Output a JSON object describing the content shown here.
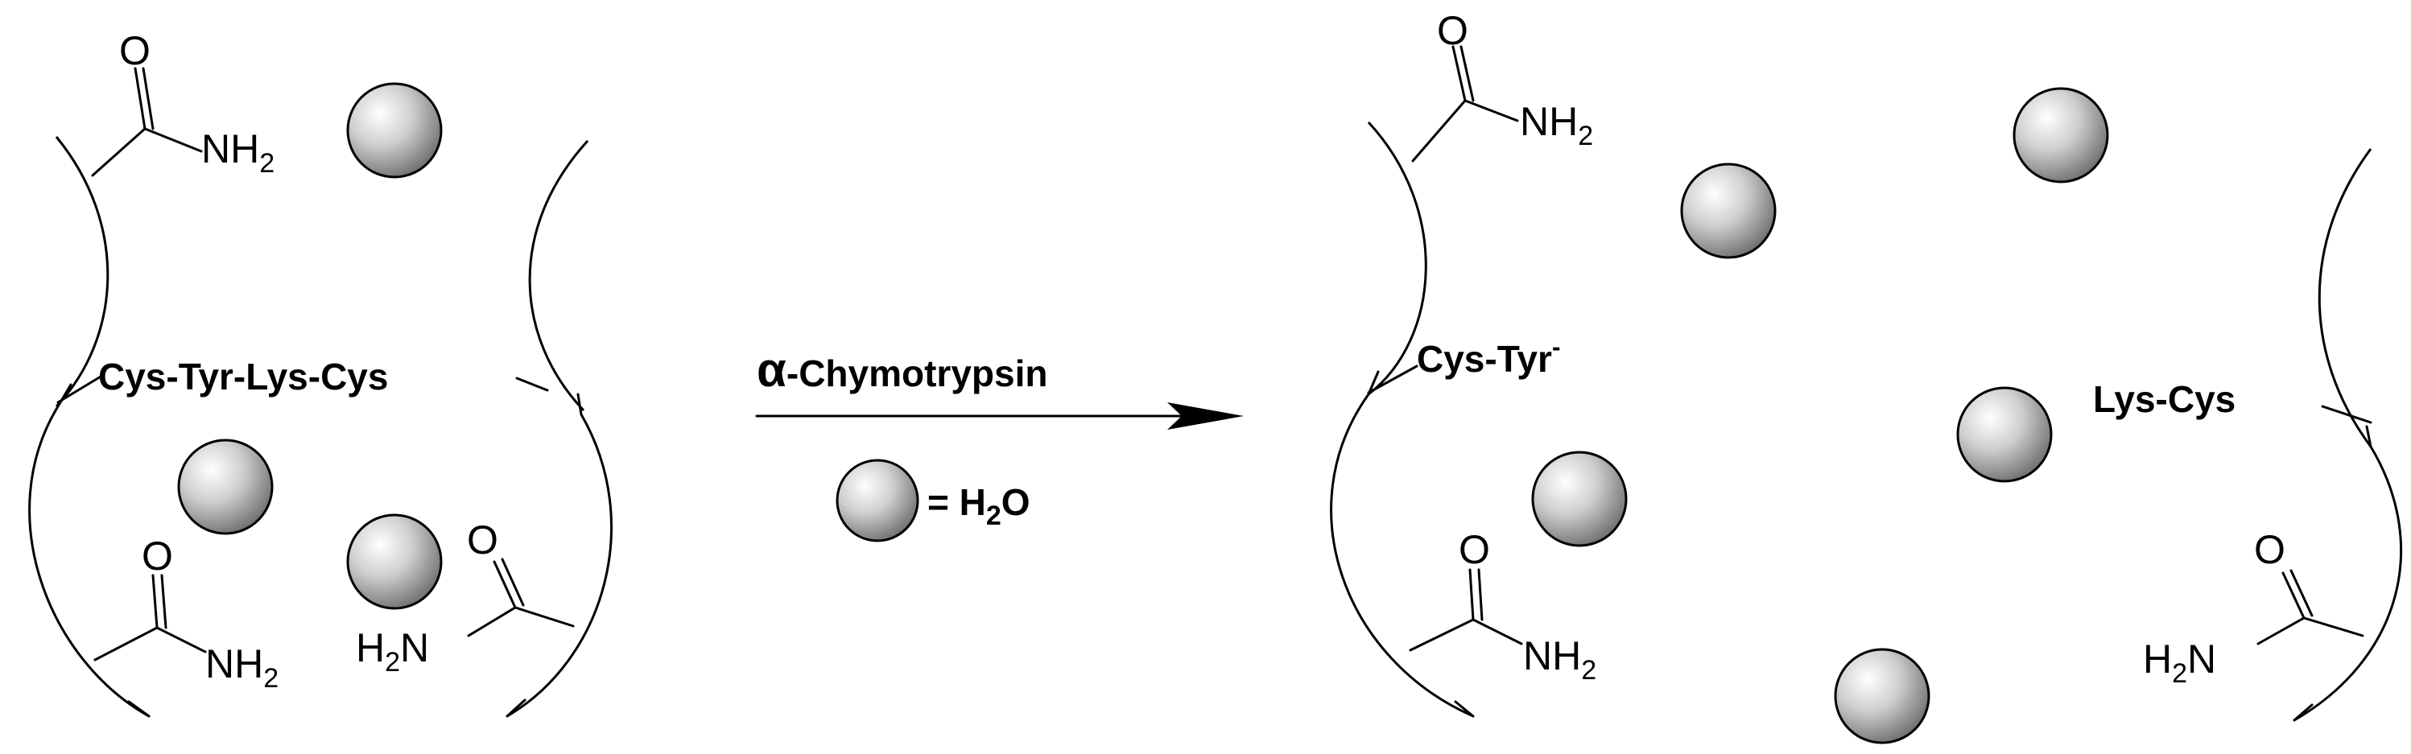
{
  "reactant": {
    "peptide": "Cys-Tyr-Lys-Cys",
    "amide_top": {
      "O": "O",
      "N": "NH",
      "sub": "2"
    },
    "amide_bottom_left": {
      "O": "O",
      "N": "NH",
      "sub": "2"
    },
    "amide_bottom_right": {
      "O": "O",
      "N": "H",
      "sub": "2",
      "N2": "N"
    }
  },
  "arrow": {
    "enzyme_greek": "α",
    "enzyme_name": "-Chymotrypsin",
    "legend_eq": "= H",
    "legend_sub": "2",
    "legend_o": "O"
  },
  "product": {
    "fragment_left": "Cys-Tyr",
    "fragment_left_charge": "-",
    "fragment_right": "Lys-Cys",
    "amide_top": {
      "O": "O",
      "N": "NH",
      "sub": "2"
    },
    "amide_bottom_left": {
      "O": "O",
      "N": "NH",
      "sub": "2"
    },
    "amide_bottom_right": {
      "O": "O",
      "N": "H",
      "sub": "2",
      "N2": "N"
    }
  },
  "colors": {
    "sphere_light": "#ffffff",
    "sphere_mid": "#c8c8c8",
    "sphere_dark": "#5a5a5a",
    "ink": "#000000"
  }
}
